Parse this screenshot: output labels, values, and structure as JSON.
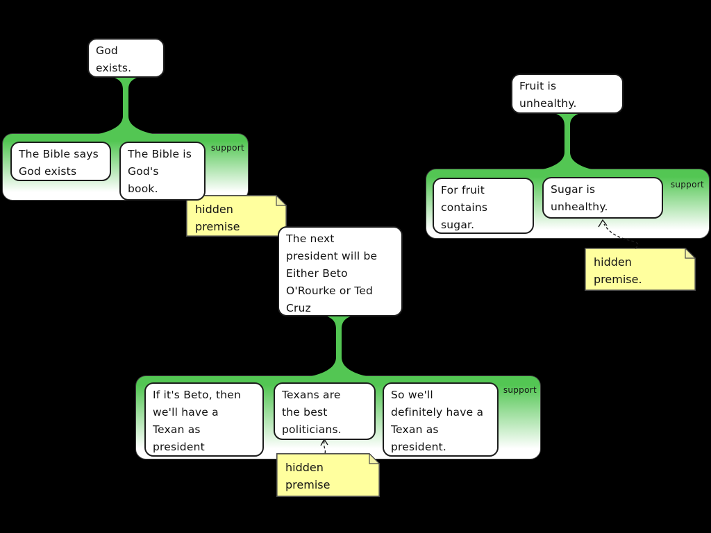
{
  "colors": {
    "accent_green": "#53c653",
    "note_yellow": "#ffff9e",
    "note_fold": "#f2f2a8",
    "background": "#000000"
  },
  "god": {
    "claim": [
      "God",
      "exists."
    ],
    "support_label": "support",
    "premise1": [
      "The Bible says",
      "God exists"
    ],
    "premise2": [
      "The Bible is",
      "God's",
      "book."
    ],
    "note": [
      "hidden",
      "premise"
    ]
  },
  "president": {
    "claim": [
      "The next",
      "president will be",
      "Either Beto",
      "O'Rourke or Ted",
      "Cruz"
    ],
    "support_label": "support",
    "premise1": [
      "If it's Beto, then",
      "we'll have a",
      "Texan as",
      "president"
    ],
    "premise2": [
      "Texans are",
      "the best",
      "politicians."
    ],
    "premise3": [
      "So we'll",
      "definitely have a",
      "Texan as",
      "president."
    ],
    "note": [
      "hidden",
      "premise"
    ]
  },
  "fruit": {
    "claim": [
      "Fruit is",
      "unhealthy."
    ],
    "support_label": "support",
    "premise1": [
      "For fruit",
      "contains",
      "sugar."
    ],
    "premise2": [
      "Sugar is",
      "unhealthy."
    ],
    "note": [
      "hidden",
      "premise."
    ]
  }
}
